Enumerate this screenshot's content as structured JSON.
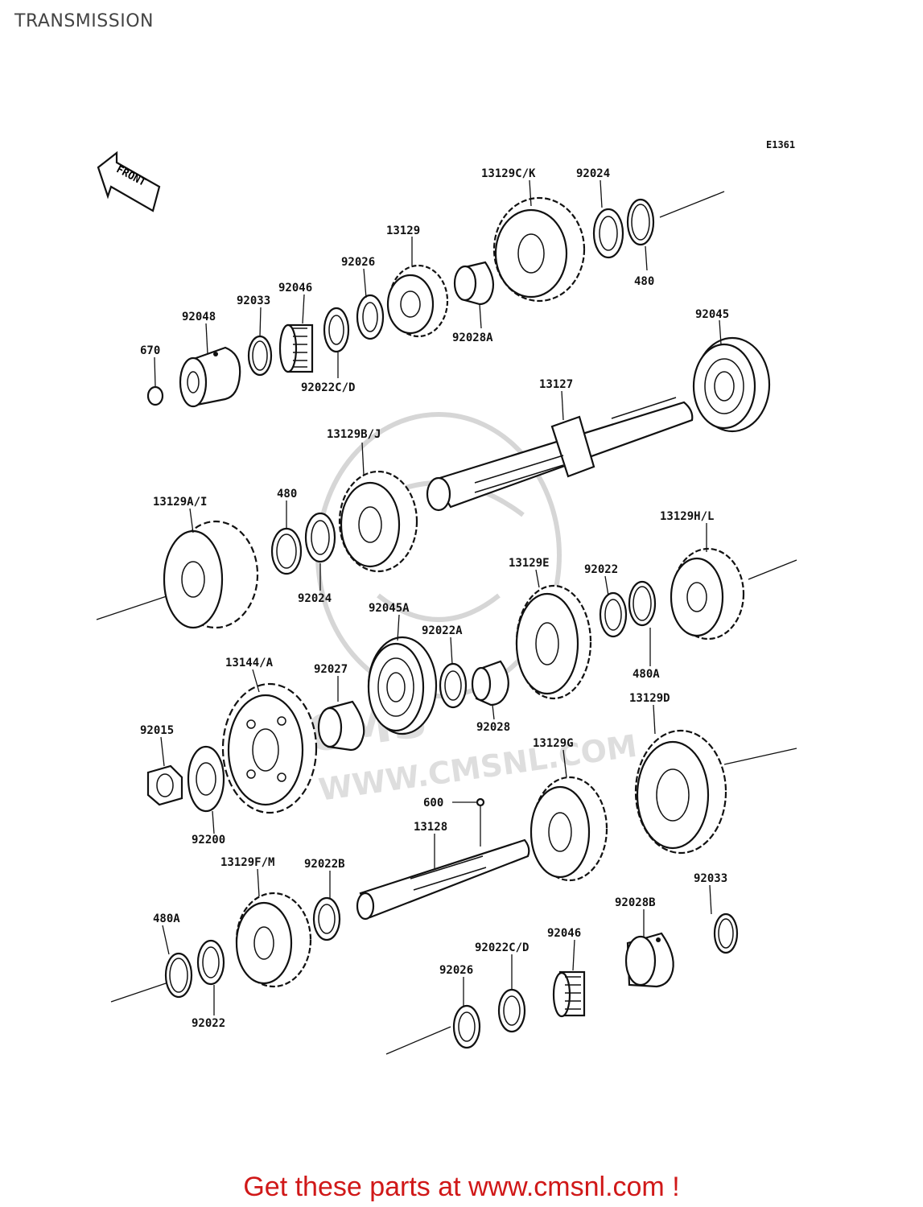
{
  "title": "TRANSMISSION",
  "diagram_code": "E1361",
  "front_label": "FRONT",
  "watermark": "WWW.CMSNL.COM",
  "footer": "Get these parts at www.cmsnl.com !",
  "labels": {
    "p13129CK": "13129C/K",
    "p92024a": "92024",
    "p480a": "480",
    "p13129": "13129",
    "p92026a": "92026",
    "p92046a": "92046",
    "p92033a": "92033",
    "p92048": "92048",
    "p670": "670",
    "p92022CDa": "92022C/D",
    "p92028A": "92028A",
    "p92045": "92045",
    "p13127": "13127",
    "p13129BJ": "13129B/J",
    "p480b": "480",
    "p13129AI": "13129A/I",
    "p92024b": "92024",
    "p13129HL": "13129H/L",
    "p92022a": "92022",
    "p13129E": "13129E",
    "p92045A": "92045A",
    "p92022A": "92022A",
    "p480A1": "480A",
    "p13144A": "13144/A",
    "p92027": "92027",
    "p92028": "92028",
    "p13129D": "13129D",
    "p92015": "92015",
    "p92200": "92200",
    "p13129G": "13129G",
    "p600": "600",
    "p13128": "13128",
    "p13129FM": "13129F/M",
    "p92022B": "92022B",
    "p92033b": "92033",
    "p92028B": "92028B",
    "p480A2": "480A",
    "p92022b": "92022",
    "p92046b": "92046",
    "p92022CDb": "92022C/D",
    "p92026b": "92026"
  }
}
